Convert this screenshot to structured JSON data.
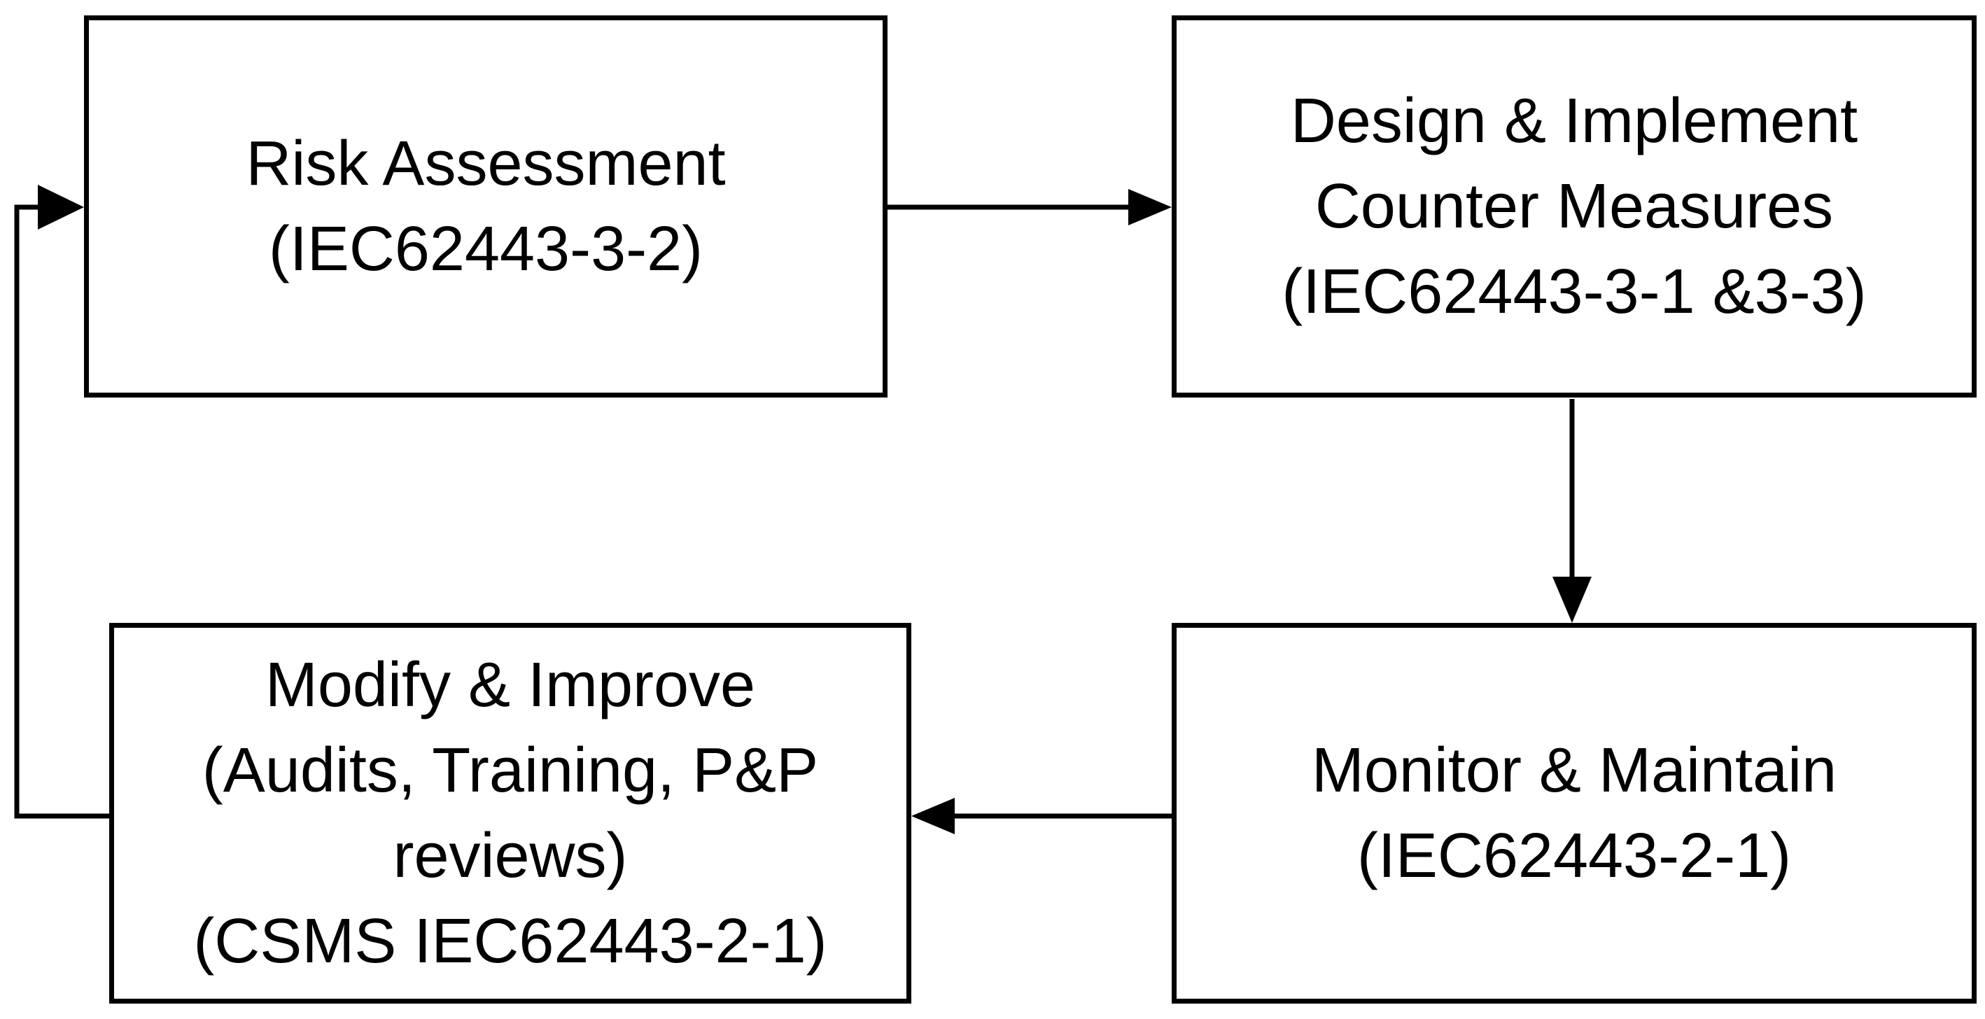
{
  "diagram": {
    "colors": {
      "stroke": "#000000",
      "fill": "#ffffff",
      "text": "#000000"
    },
    "nodes": {
      "risk_assessment": {
        "lines": [
          "Risk Assessment",
          "(IEC62443-3-2)"
        ]
      },
      "design_implement": {
        "lines": [
          "Design & Implement",
          "Counter Measures",
          "(IEC62443-3-1 &3-3)"
        ]
      },
      "monitor_maintain": {
        "lines": [
          "Monitor & Maintain",
          "(IEC62443-2-1)"
        ]
      },
      "modify_improve": {
        "lines": [
          "Modify & Improve",
          "(Audits, Training, P&P",
          "reviews)",
          "(CSMS IEC62443-2-1)"
        ]
      }
    },
    "edges": [
      {
        "from": "risk_assessment",
        "to": "design_implement"
      },
      {
        "from": "design_implement",
        "to": "monitor_maintain"
      },
      {
        "from": "monitor_maintain",
        "to": "modify_improve"
      },
      {
        "from": "modify_improve",
        "to": "risk_assessment"
      }
    ]
  }
}
